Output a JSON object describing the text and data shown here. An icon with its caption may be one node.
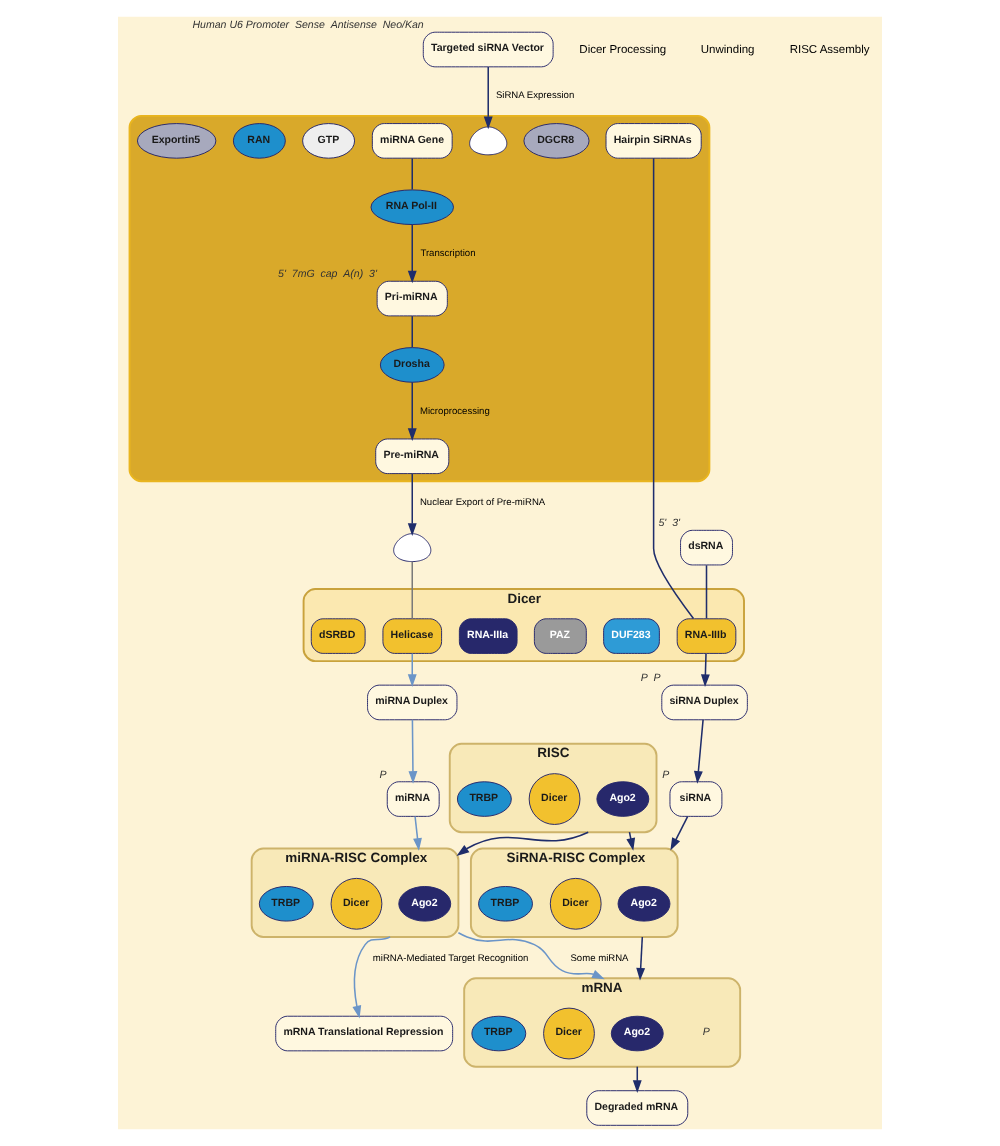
{
  "diagram": {
    "nodes": [
      {
        "text": [
          "Targeted siRNA Vector"
        ],
        "beside": [
          "Human U6 Promoter",
          "Sense",
          "Antisense",
          "Neo/Kan"
        ]
      },
      {
        "text": [
          "dsRNA"
        ],
        "beside": [
          "5'",
          "3'"
        ]
      },
      {
        "text": [
          "Dicer"
        ]
      },
      {
        "text": [
          "Helicase"
        ],
        "in": 2
      },
      {
        "text": [
          "DUF283"
        ],
        "in": 2
      },
      {
        "text": [
          "PAZ"
        ],
        "in": 2
      },
      {
        "text": [
          "RNA-IIIa"
        ],
        "in": 2
      },
      {
        "text": [
          "RNA-IIIb"
        ],
        "in": 2
      },
      {
        "text": [
          "dSRBD"
        ],
        "in": 2
      },
      {
        "text": [
          "miRNA Duplex"
        ]
      },
      {
        "text": [
          "siRNA Duplex"
        ],
        "beside": [
          "P",
          "P"
        ]
      },
      {
        "text": [
          "miRNA"
        ],
        "beside": [
          "P"
        ]
      },
      {
        "text": [
          "siRNA"
        ],
        "beside": [
          "P"
        ]
      },
      {
        "text": [
          "RISC"
        ]
      },
      {
        "text": [
          "Ago2"
        ],
        "in": 13
      },
      {
        "text": [
          "Dicer"
        ],
        "in": 13
      },
      {
        "text": [
          "TRBP"
        ],
        "in": 13
      },
      {
        "text": [
          "miRNA-RISC Complex"
        ]
      },
      {
        "text": [
          "Ago2"
        ],
        "in": 17
      },
      {
        "text": [
          "Dicer"
        ],
        "in": 17
      },
      {
        "text": [
          "TRBP"
        ],
        "in": 17
      },
      {
        "text": [
          "SiRNA-RISC Complex"
        ]
      },
      {
        "text": [
          "Ago2"
        ],
        "in": 21
      },
      {
        "text": [
          "Dicer"
        ],
        "in": 21
      },
      {
        "text": [
          "TRBP"
        ],
        "in": 21
      },
      {
        "text": [
          "mRNA"
        ],
        "beside": [
          "P"
        ]
      },
      {
        "text": [
          "Ago2"
        ],
        "in": 25
      },
      {
        "text": [
          "Dicer"
        ],
        "in": 25
      },
      {
        "text": [
          "TRBP"
        ],
        "in": 25
      },
      {
        "text": [
          "mRNA Translational Repression"
        ]
      },
      {
        "text": [
          "Degraded mRNA"
        ]
      },
      {
        "text": [],
        "shape": "box"
      },
      {
        "text": [
          "miRNA Gene"
        ],
        "in": 31
      },
      {
        "text": [
          "RNA Pol-II"
        ],
        "in": 31
      },
      {
        "text": [
          "Pri-miRNA"
        ],
        "beside": [
          "5'",
          "7mG",
          "cap",
          "A(n)",
          "3'"
        ],
        "in": 31
      },
      {
        "text": [
          "Drosha"
        ],
        "in": 31
      },
      {
        "text": [
          "DGCR8"
        ],
        "in": 31
      },
      {
        "text": [
          "Pre-miRNA"
        ],
        "in": 31
      },
      {
        "text": [],
        "shape": "picture",
        "in": 31
      },
      {
        "text": [
          "Hairpin SiRNAs"
        ],
        "in": 31
      },
      {
        "text": [
          "GTP"
        ],
        "in": 31
      },
      {
        "text": [
          "RAN"
        ],
        "in": 31
      },
      {
        "text": [
          "Exportin5"
        ],
        "in": 31
      },
      {
        "text": [],
        "shape": "picture"
      }
    ],
    "edges": [
      {
        "from": 0,
        "to": 38,
        "arrow": "to",
        "label": "SiRNA Expression"
      },
      {
        "from": 39,
        "to": 7,
        "arrow": "none"
      },
      {
        "from": 1,
        "to": 7,
        "arrow": "none"
      },
      {
        "from": 43,
        "to": 3,
        "arrow": "none",
        "color": "#7a7a7a"
      },
      {
        "from": 3,
        "to": 9,
        "arrow": "to",
        "color": "#6b95c8"
      },
      {
        "from": 7,
        "to": 10,
        "arrow": "to"
      },
      {
        "from": 9,
        "to": 11,
        "arrow": "to",
        "color": "#6b95c8"
      },
      {
        "from": 10,
        "to": 12,
        "arrow": "to"
      },
      {
        "from": 11,
        "to": 17,
        "arrow": "to",
        "color": "#6b95c8"
      },
      {
        "from": 12,
        "to": 21,
        "arrow": "to"
      },
      {
        "from": 13,
        "to": 17,
        "arrow": "to"
      },
      {
        "from": 13,
        "to": 21,
        "arrow": "to"
      },
      {
        "from": 17,
        "to": 25,
        "arrow": "to",
        "label": "Some miRNA",
        "color": "#6b95c8"
      },
      {
        "from": 17,
        "to": 29,
        "arrow": "to",
        "label": "miRNA-Mediated Target Recognition",
        "color": "#6b95c8"
      },
      {
        "from": 21,
        "to": 25,
        "arrow": "to"
      },
      {
        "from": 25,
        "to": 30,
        "arrow": "to"
      },
      {
        "from": 32,
        "to": 33,
        "arrow": "none"
      },
      {
        "from": 33,
        "to": 34,
        "arrow": "to",
        "label": "Transcription"
      },
      {
        "from": 34,
        "to": 35,
        "arrow": "none"
      },
      {
        "from": 35,
        "to": 37,
        "arrow": "to",
        "label": "Microprocessing"
      },
      {
        "from": 37,
        "to": 43,
        "arrow": "to",
        "label": "Nuclear Export of Pre-miRNA"
      }
    ],
    "labels": [
      "Dicer Processing",
      "Unwinding",
      "RISC Assembly"
    ]
  }
}
